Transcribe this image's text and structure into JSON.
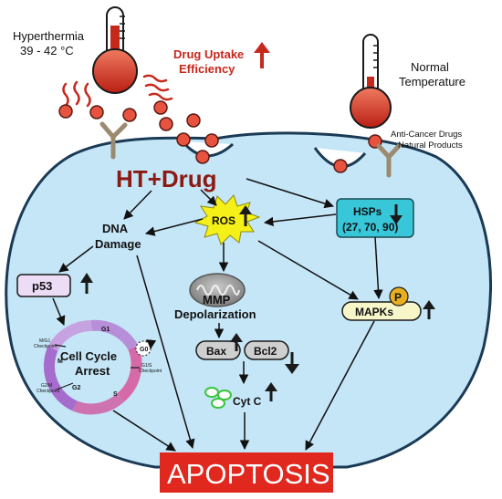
{
  "header": {
    "hyperthermia_line1": "Hyperthermia",
    "hyperthermia_line2": "39 - 42 °C",
    "drug_uptake_line1": "Drug Uptake",
    "drug_uptake_line2": "Efficiency",
    "normal_line1": "Normal",
    "normal_line2": "Temperature",
    "anticancer_line1": "Anti-Cancer Drugs",
    "anticancer_line2": "Natural Products"
  },
  "nodes": {
    "ht_drug": "HT+Drug",
    "dna_line1": "DNA",
    "dna_line2": "Damage",
    "ros": "ROS",
    "hsps_line1": "HSPs",
    "hsps_line2": "(27, 70, 90)",
    "p53": "p53",
    "mmp_line1": "MMP",
    "mmp_line2": "Depolarization",
    "mapks": "MAPKs",
    "p_badge": "P",
    "bax": "Bax",
    "bcl2": "Bcl2",
    "cytc": "Cyt C",
    "cell_cycle_line1": "Cell Cycle",
    "cell_cycle_line2": "Arrest",
    "apoptosis": "APOPTOSIS"
  },
  "cell_cycle_labels": {
    "g1": "G1",
    "g0": "G0",
    "s": "S",
    "g2": "G2",
    "m": "M",
    "mg1_line1": "M/G1",
    "mg1_line2": "Checkpoint",
    "g1s_line1": "G1/S",
    "g1s_line2": "Checkpoint",
    "g2m_line1": "G2/M",
    "g2m_line2": "Checkpoint"
  },
  "colors": {
    "cell_fill": "#c5e6f7",
    "drug_dot": "#e8533f",
    "hsps_fill": "#38c6d9",
    "apoptosis_fill": "#e0281e",
    "ros_burst": "#f4f018",
    "p53_fill": "#ecdcf5",
    "mapks_fill": "#f6f6c9",
    "arrow_up": "#b3261e",
    "receptor": "#9c8a6f"
  }
}
